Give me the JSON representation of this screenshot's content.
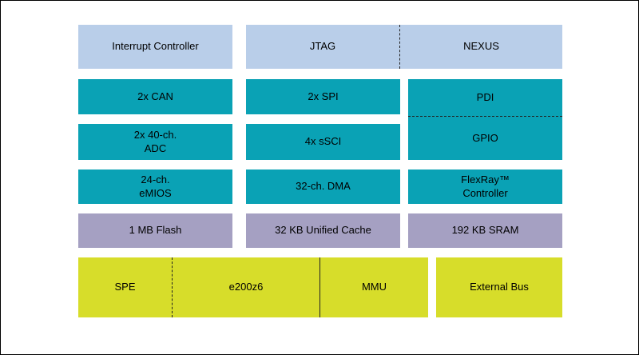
{
  "diagram": {
    "colors": {
      "light_blue": "#b9cee9",
      "teal": "#0aa2b5",
      "lavender": "#a5a0c2",
      "yellow_green": "#d7dd2a",
      "text": "#000000",
      "background": "#ffffff"
    },
    "debug_row": {
      "interrupt_controller": "Interrupt Controller",
      "jtag": "JTAG",
      "nexus": "NEXUS"
    },
    "peripherals": {
      "can": "2x CAN",
      "spi": "2x SPI",
      "pdi": "PDI",
      "adc": "2x 40-ch.\nADC",
      "ssci": "4x sSCI",
      "gpio": "GPIO",
      "emios": "24-ch.\neMIOS",
      "dma": "32-ch. DMA",
      "flexray": "FlexRay™\nController"
    },
    "memory": {
      "flash": "1 MB Flash",
      "cache": "32 KB Unified Cache",
      "sram": "192 KB SRAM"
    },
    "core": {
      "spe": "SPE",
      "cpu": "e200z6",
      "mmu": "MMU",
      "external_bus": "External Bus"
    }
  }
}
